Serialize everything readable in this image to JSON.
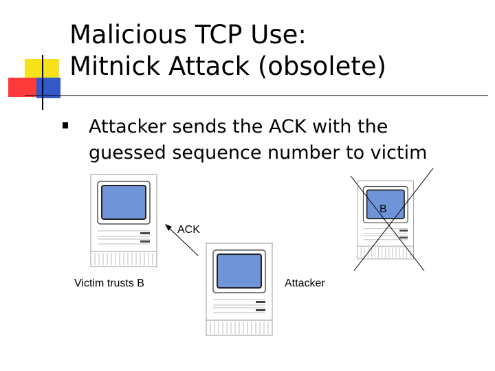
{
  "slide": {
    "title_lines": [
      "Malicious TCP Use:",
      "Mitnick Attack (obsolete)"
    ],
    "bullet_lines": [
      "Attacker sends the ACK with the",
      "guessed sequence number to victim"
    ]
  },
  "diagram": {
    "victim_label": "Victim trusts B",
    "attacker_label": "Attacker",
    "ack_label": "ACK",
    "b_label": "B"
  },
  "colors": {
    "accent_yellow": "#f5e21a",
    "accent_red": "#ff3a3a",
    "accent_blue": "#3358c8",
    "screen_blue": "#6f95d8"
  }
}
